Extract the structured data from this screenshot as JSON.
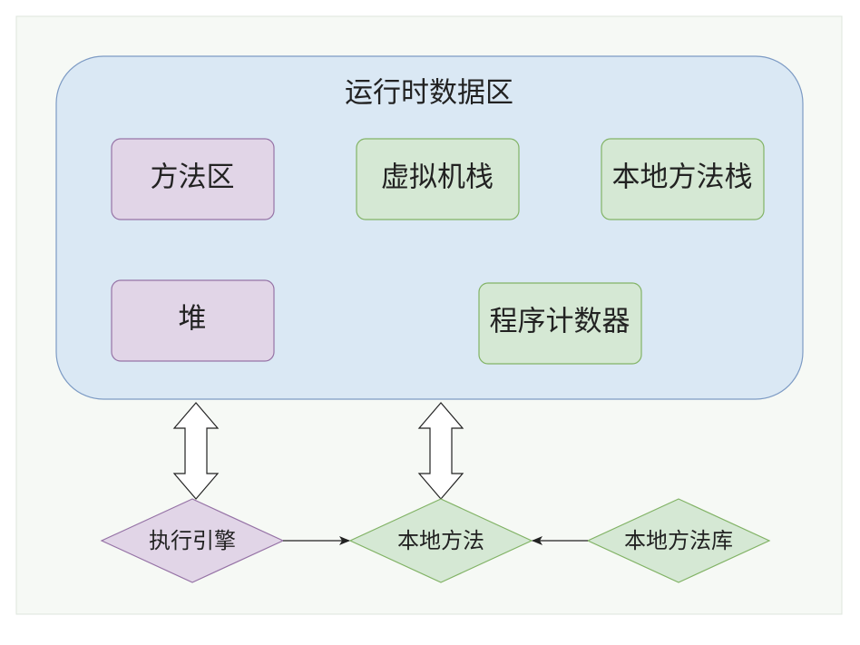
{
  "colors": {
    "page_bg": "#f6f9f5",
    "page_border": "#dde5dc",
    "runtime_fill": "#dae8f4",
    "runtime_stroke": "#7d9bc4",
    "purple_fill": "#e1d5e7",
    "purple_stroke": "#9673a6",
    "green_fill": "#d5e8d4",
    "green_stroke": "#82b366",
    "arrow_stroke": "#222222",
    "double_arrow_fill": "#ffffff"
  },
  "diagram": {
    "runtime_area": {
      "title": "运行时数据区"
    },
    "blocks": {
      "method_area": "方法区",
      "jvm_stack": "虚拟机栈",
      "native_method_stack": "本地方法栈",
      "heap": "堆",
      "program_counter": "程序计数器"
    },
    "diamonds": {
      "execution_engine": "执行引擎",
      "native_method": "本地方法",
      "native_method_library": "本地方法库"
    }
  }
}
